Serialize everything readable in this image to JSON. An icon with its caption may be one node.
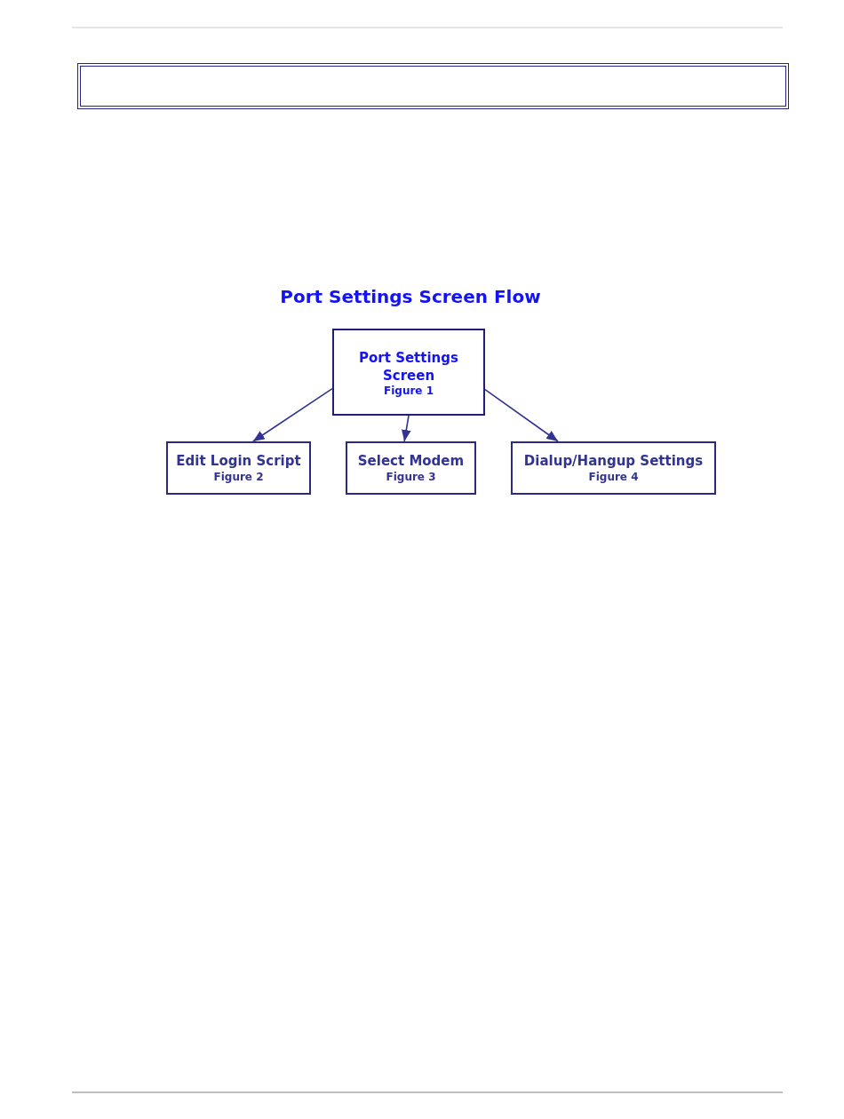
{
  "diagram": {
    "title": "Port Settings Screen Flow",
    "nodes": [
      {
        "text": [
          "Port Settings Screen",
          "Figure 1"
        ]
      },
      {
        "text": [
          "Edit Login Script",
          "Figure 2"
        ]
      },
      {
        "text": [
          "Select Modem",
          "Figure 3"
        ]
      },
      {
        "text": [
          "Dialup/Hangup Settings",
          "Figure 4"
        ]
      }
    ],
    "edges": [
      {
        "from": 0,
        "to": 1,
        "arrow": "to"
      },
      {
        "from": 0,
        "to": 2,
        "arrow": "to"
      },
      {
        "from": 0,
        "to": 3,
        "arrow": "to"
      }
    ]
  }
}
